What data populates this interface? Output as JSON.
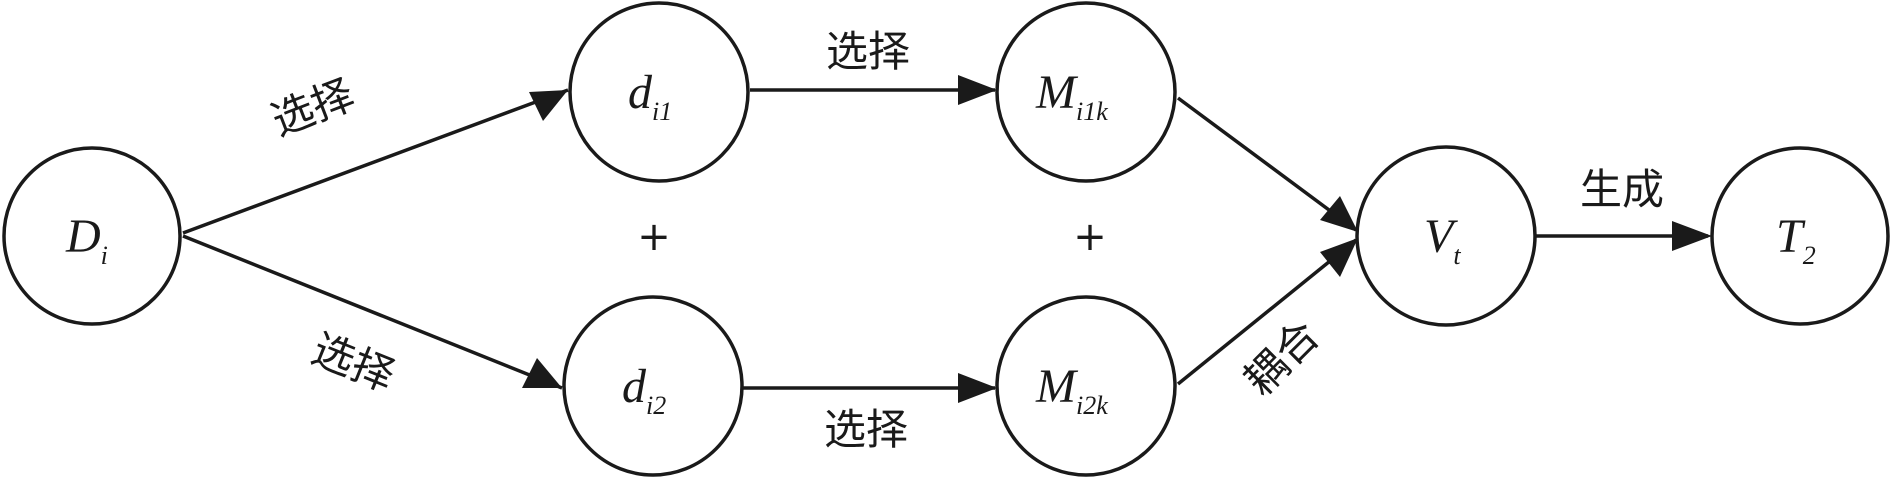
{
  "nodes": [
    {
      "id": "D_i",
      "main": "D",
      "sub": "i"
    },
    {
      "id": "d_i1",
      "main": "d",
      "sub": "i1"
    },
    {
      "id": "d_i2",
      "main": "d",
      "sub": "i2"
    },
    {
      "id": "M_i1k",
      "main": "M",
      "sub": "i1k"
    },
    {
      "id": "M_i2k",
      "main": "M",
      "sub": "i2k"
    },
    {
      "id": "V_t",
      "main": "V",
      "sub": "t"
    },
    {
      "id": "T_2",
      "main": "T",
      "sub": "2"
    }
  ],
  "edges": [
    {
      "from": "D_i",
      "to": "d_i1",
      "label": "选择"
    },
    {
      "from": "D_i",
      "to": "d_i2",
      "label": "选择"
    },
    {
      "from": "d_i1",
      "to": "M_i1k",
      "label": "选择"
    },
    {
      "from": "d_i2",
      "to": "M_i2k",
      "label": "选择"
    },
    {
      "from": "M_i1k",
      "to": "V_t",
      "label": ""
    },
    {
      "from": "M_i2k",
      "to": "V_t",
      "label": "耦合"
    },
    {
      "from": "V_t",
      "to": "T_2",
      "label": "生成"
    }
  ],
  "plus_signs": [
    "+",
    "+"
  ],
  "colors": {
    "stroke": "#1a1a1a",
    "fill": "#ffffff"
  }
}
